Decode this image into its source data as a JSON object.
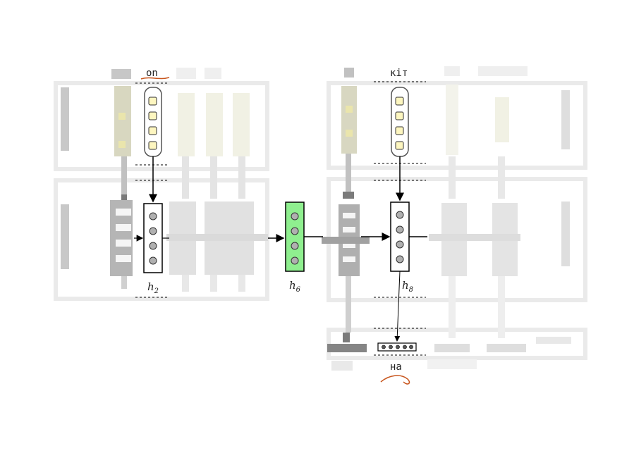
{
  "words": {
    "source_word": "on",
    "target_input_word": "кіт",
    "target_output_word": "на"
  },
  "hidden_labels": [
    {
      "base": "h",
      "sub": "2"
    },
    {
      "base": "h",
      "sub": "6"
    },
    {
      "base": "h",
      "sub": "8"
    }
  ],
  "colors": {
    "encoder_last_state": "#8fef8f",
    "embedding_cell": "#fdf6c0",
    "hidden_unit": "#b0b0b0",
    "annotation_stroke": "#c8561e"
  }
}
